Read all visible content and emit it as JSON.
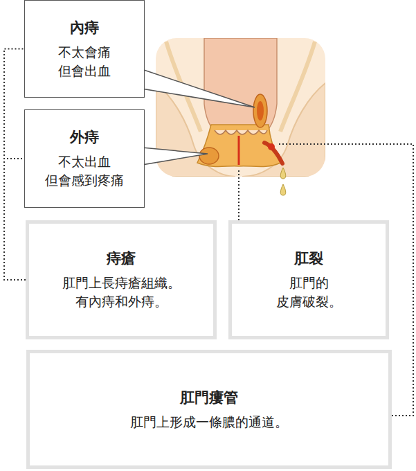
{
  "diagram": {
    "nodes": [
      {
        "text": [
          "內痔",
          "不太會痛 但會出血"
        ]
      },
      {
        "text": [
          "外痔",
          "不太出血 但會感到疼痛"
        ]
      },
      {
        "text": [
          "痔瘡",
          "肛門上長痔瘡組織。 有內痔和外痔。"
        ]
      },
      {
        "text": [
          "肛裂",
          "肛門的 皮膚破裂。"
        ]
      },
      {
        "text": [
          "肛門瘻管",
          "肛門上形成一條膿的通道。"
        ]
      }
    ],
    "edges": [
      {
        "from": 2,
        "to": 0,
        "arrow": "none"
      },
      {
        "from": 2,
        "to": 1,
        "arrow": "none"
      }
    ]
  }
}
